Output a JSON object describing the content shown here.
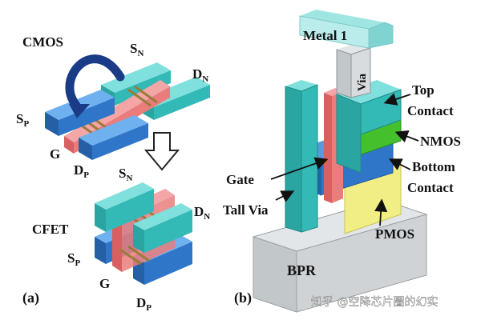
{
  "colors": {
    "teal": "#33b9b6",
    "blue": "#2f76c8",
    "green": "#43c02c",
    "red": "#ea7c7c",
    "yellow": "#f1ee86",
    "gray": "#cfd3d6",
    "navy": "#1a3c86"
  },
  "panel_a": {
    "label": "(a)",
    "cmos": {
      "title": "CMOS",
      "sn": "S",
      "sn_sub": "N",
      "dn": "D",
      "dn_sub": "N",
      "sp": "S",
      "sp_sub": "P",
      "g": "G",
      "dp": "D",
      "dp_sub": "P"
    },
    "cfet": {
      "title": "CFET",
      "sn": "S",
      "sn_sub": "N",
      "dn": "D",
      "dn_sub": "N",
      "sp": "S",
      "sp_sub": "P",
      "g": "G",
      "dp": "D",
      "dp_sub": "P"
    }
  },
  "panel_b": {
    "label": "(b)",
    "metal1": "Metal 1",
    "via": "Via",
    "top_contact_1": "Top",
    "top_contact_2": "Contact",
    "nmos": "NMOS",
    "bottom_contact_1": "Bottom",
    "bottom_contact_2": "Contact",
    "gate": "Gate",
    "tall_via": "Tall Via",
    "pmos": "PMOS",
    "bpr": "BPR"
  },
  "watermark": "知乎 @空降芯片圈的幻实"
}
